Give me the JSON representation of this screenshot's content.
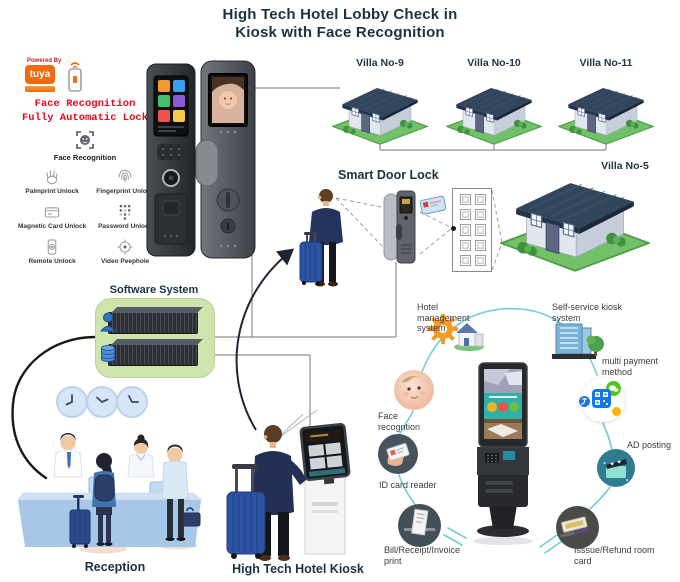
{
  "title": {
    "line1": "High Tech Hotel Lobby Check in",
    "line2": "Kiosk with Face Recognition"
  },
  "lock_panel": {
    "powered_by": "Powered By",
    "brand": "tuya",
    "headline_line1": "Face Recognition",
    "headline_line2": "Fully Automatic Lock",
    "face_feature_label": "Face Recognition",
    "features": [
      {
        "icon": "palmprint-icon",
        "label": "Palmprint Unlock"
      },
      {
        "icon": "fingerprint-icon",
        "label": "Fingerprint Unlock"
      },
      {
        "icon": "magnetic-card-icon",
        "label": "Magnetic Card Unlock"
      },
      {
        "icon": "password-keypad-icon",
        "label": "Password Unlock"
      },
      {
        "icon": "remote-phone-icon",
        "label": "Remote Unlock"
      },
      {
        "icon": "video-peephole-icon",
        "label": "Video Peephole"
      }
    ]
  },
  "villas": {
    "villa9": "Villa No-9",
    "villa10": "Villa No-10",
    "villa11": "Villa No-11",
    "villa5": "Villa No-5"
  },
  "labels": {
    "smart_door_lock": "Smart Door Lock",
    "software_system": "Software System",
    "reception": "Reception",
    "hotel_kiosk": "High Tech Hotel Kiosk"
  },
  "ecosystem": {
    "hotel_management": "Hotel management system",
    "self_service": "Self-service kiosk system",
    "multi_payment": "multi payment method",
    "ad_posting": "AD posting",
    "face_recognition": "Face recogntion",
    "id_card_reader": "ID card reader",
    "bill_print": "Bill/Receipt/Invoice print",
    "room_card": "Isssue/Refund room card"
  },
  "colors": {
    "headline_red": "#e8091c",
    "tuya_orange": "#f26a10",
    "software_box_green": "#cfe5ad",
    "villa_roof": "#31455c",
    "lawn_green": "#72c169",
    "suit_navy": "#232f55",
    "suitcase_blue": "#2e53a0",
    "teal_connector": "#74cdd3",
    "node_dark": "#46525c",
    "ad_teal": "#2f7b8f",
    "title_dark": "#1c3240"
  }
}
